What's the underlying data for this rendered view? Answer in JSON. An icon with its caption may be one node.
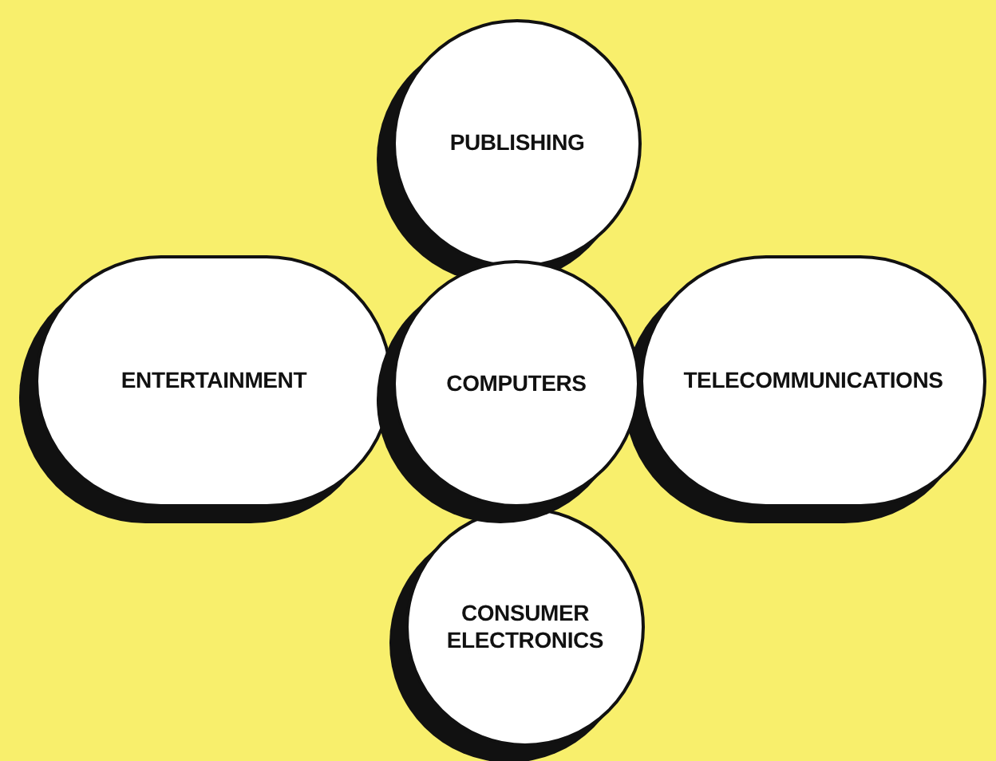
{
  "diagram": {
    "nodes": [
      {
        "text": [
          "PUBLISHING"
        ]
      },
      {
        "text": [
          "ENTERTAINMENT"
        ]
      },
      {
        "text": [
          "TELECOMMUNICATIONS"
        ]
      },
      {
        "text": [
          "CONSUMER ELECTRONICS"
        ]
      },
      {
        "text": [
          "COMPUTERS"
        ]
      }
    ]
  }
}
